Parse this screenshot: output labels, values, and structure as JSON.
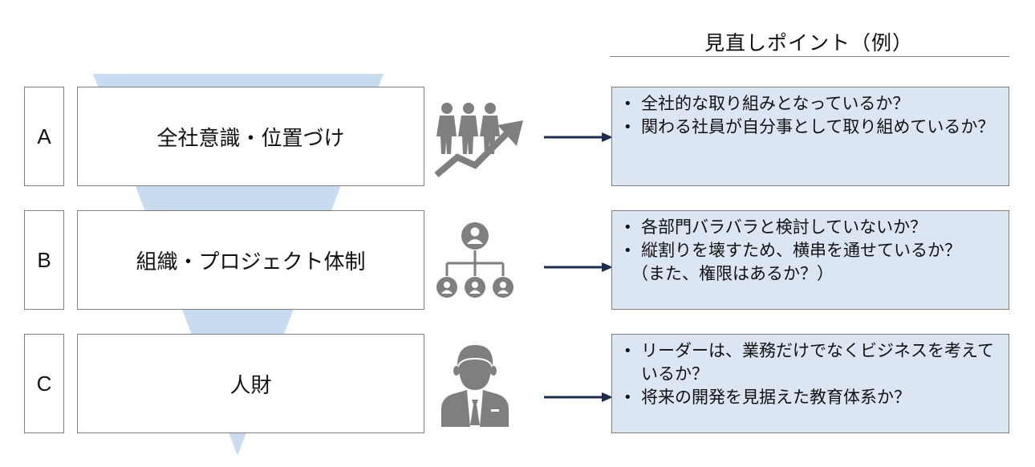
{
  "header": {
    "title": "見直しポイント（例）"
  },
  "rows": [
    {
      "letter": "A",
      "title": "全社意識・位置づけ",
      "icon": "people-growth-icon",
      "points": [
        "全社的な取り組みとなっているか？",
        "関わる社員が自分事として取り組めているか？"
      ]
    },
    {
      "letter": "B",
      "title": "組織・プロジェクト体制",
      "icon": "org-chart-icon",
      "points": [
        "各部門バラバラと検討していないか？",
        "縦割りを壊すため、横串を通せているか？"
      ],
      "note": "（また、権限はあるか？）"
    },
    {
      "letter": "C",
      "title": "人財",
      "icon": "businessman-icon",
      "points": [
        "リーダーは、業務だけでなくビジネスを考えているか？",
        "将来の開発を見据えた教育体系か？"
      ]
    }
  ],
  "colors": {
    "funnel": "#c9dcef",
    "point_bg": "#dce6f2",
    "arrow": "#1f2d4d",
    "icon": "#7f7f7f"
  }
}
